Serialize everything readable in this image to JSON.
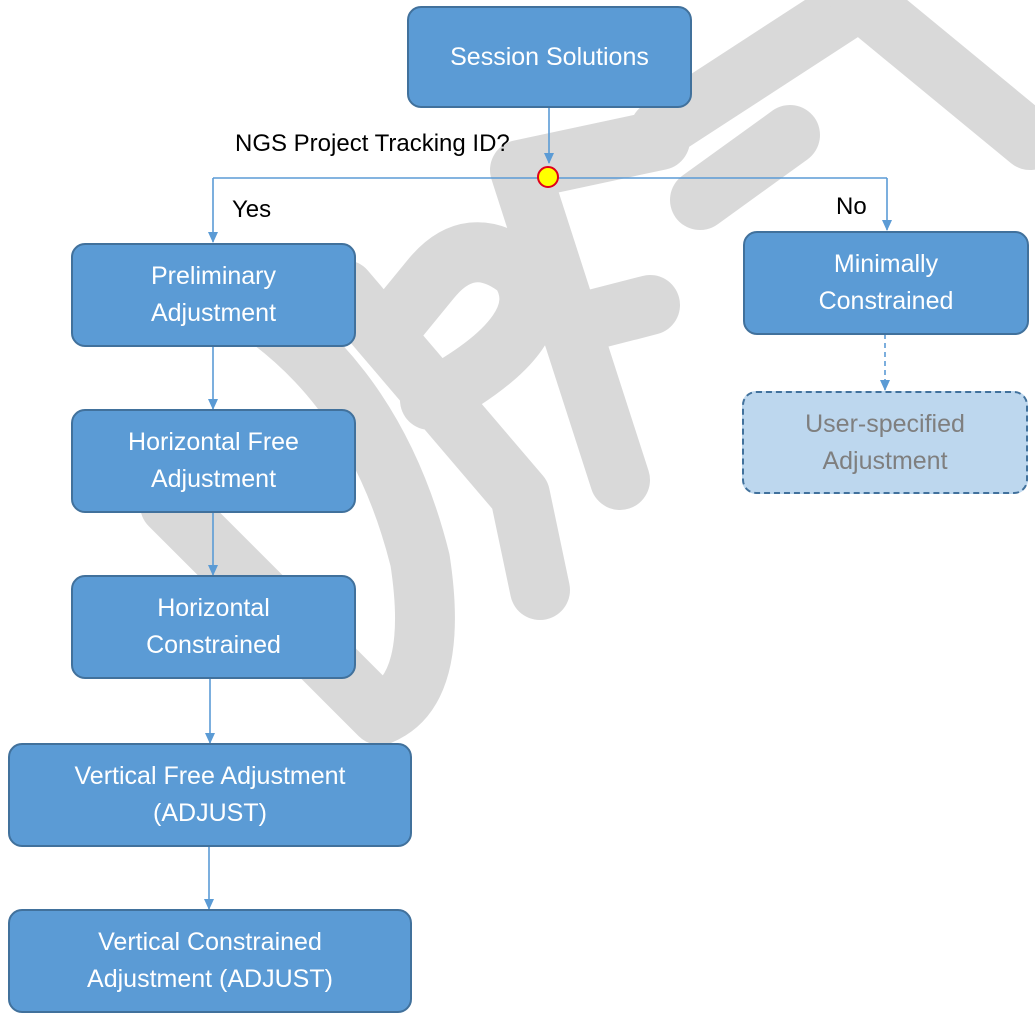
{
  "watermark": "DRAFT",
  "decision": {
    "question": "NGS Project Tracking ID?",
    "yes_label": "Yes",
    "no_label": "No"
  },
  "nodes": {
    "session_solutions": {
      "line1": "Session Solutions",
      "line2": ""
    },
    "preliminary_adjustment": {
      "line1": "Preliminary",
      "line2": "Adjustment"
    },
    "horizontal_free_adjustment": {
      "line1": "Horizontal Free",
      "line2": "Adjustment"
    },
    "horizontal_constrained": {
      "line1": "Horizontal",
      "line2": "Constrained"
    },
    "vertical_free_adjustment": {
      "line1": "Vertical Free Adjustment",
      "line2": "(ADJUST)"
    },
    "vertical_constrained_adjustment": {
      "line1": "Vertical Constrained",
      "line2": "Adjustment (ADJUST)"
    },
    "minimally_constrained": {
      "line1": "Minimally",
      "line2": "Constrained"
    },
    "user_specified_adjustment": {
      "line1": "User-specified",
      "line2": "Adjustment"
    }
  },
  "colors": {
    "box_fill": "#5b9bd5",
    "box_border": "#41719c",
    "optional_box_fill": "#bdd7ee",
    "optional_text": "#7f7f7f",
    "connector": "#5b9bd5",
    "decision_point": "#ffff00",
    "decision_point_border": "#e0001b",
    "watermark": "#d9d9d9"
  }
}
